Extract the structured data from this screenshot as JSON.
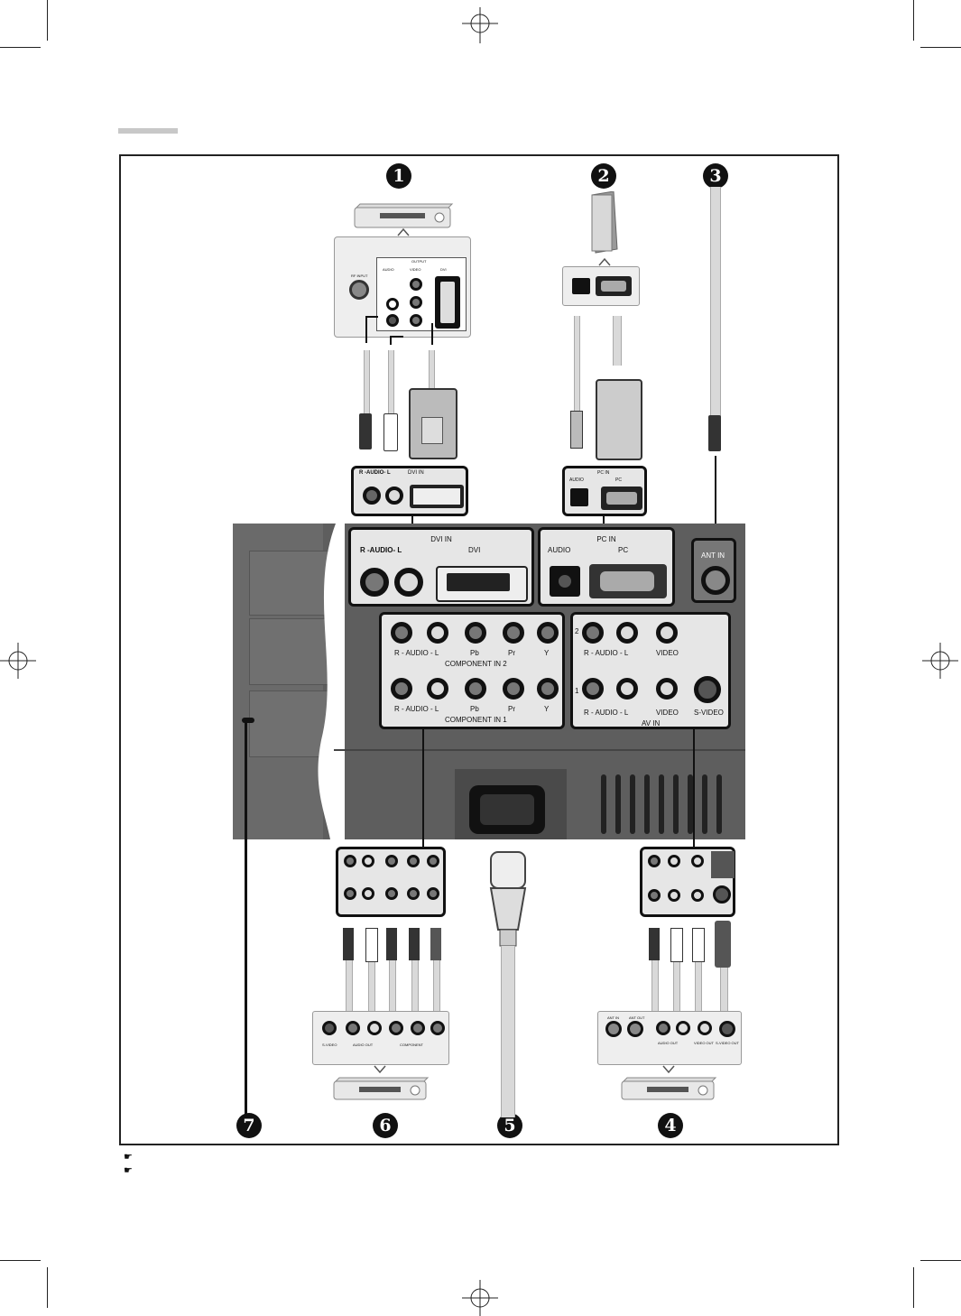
{
  "callouts": [
    "1",
    "2",
    "3",
    "4",
    "5",
    "6",
    "7"
  ],
  "tv_panel": {
    "dvi_in": {
      "title": "DVI IN",
      "audio_label": "R -AUDIO- L",
      "dvi_label": "DVI"
    },
    "pc_in": {
      "title": "PC IN",
      "audio_label": "AUDIO",
      "pc_label": "PC"
    },
    "ant_in": {
      "title": "ANT IN"
    },
    "component_2": {
      "audio_label": "R - AUDIO - L",
      "pb": "Pb",
      "pr": "Pr",
      "y": "Y",
      "title": "COMPONENT IN  2"
    },
    "component_1": {
      "audio_label": "R - AUDIO - L",
      "pb": "Pb",
      "pr": "Pr",
      "y": "Y",
      "title": "COMPONENT IN  1"
    },
    "av_in": {
      "row2_num": "2",
      "row1_num": "1",
      "audio_label": "R - AUDIO - L",
      "video_label": "VIDEO",
      "svideo_label": "S-VIDEO",
      "title": "AV IN"
    }
  },
  "device1_panel": {
    "rf_input": "RF INPUT",
    "output": "OUTPUT",
    "audio": "AUDIO",
    "video": "VIDEO",
    "dvi": "DVI"
  },
  "device2_panel": {},
  "device4_panel": {
    "ant_in": "ANT IN",
    "ant_out": "ANT OUT",
    "audio_out": "AUDIO OUT",
    "video_out": "VIDEO OUT",
    "svideo_out": "S-VIDEO OUT"
  },
  "device6_panel": {
    "svideo": "S-VIDEO",
    "audio_out": "AUDIO OUT",
    "component": "COMPONENT"
  },
  "notes": [
    "☛",
    "☛"
  ],
  "icons": [
    "vcr-icon",
    "pc-tower-icon",
    "antenna-cable-icon",
    "power-plug-icon",
    "registration-mark-icon"
  ]
}
